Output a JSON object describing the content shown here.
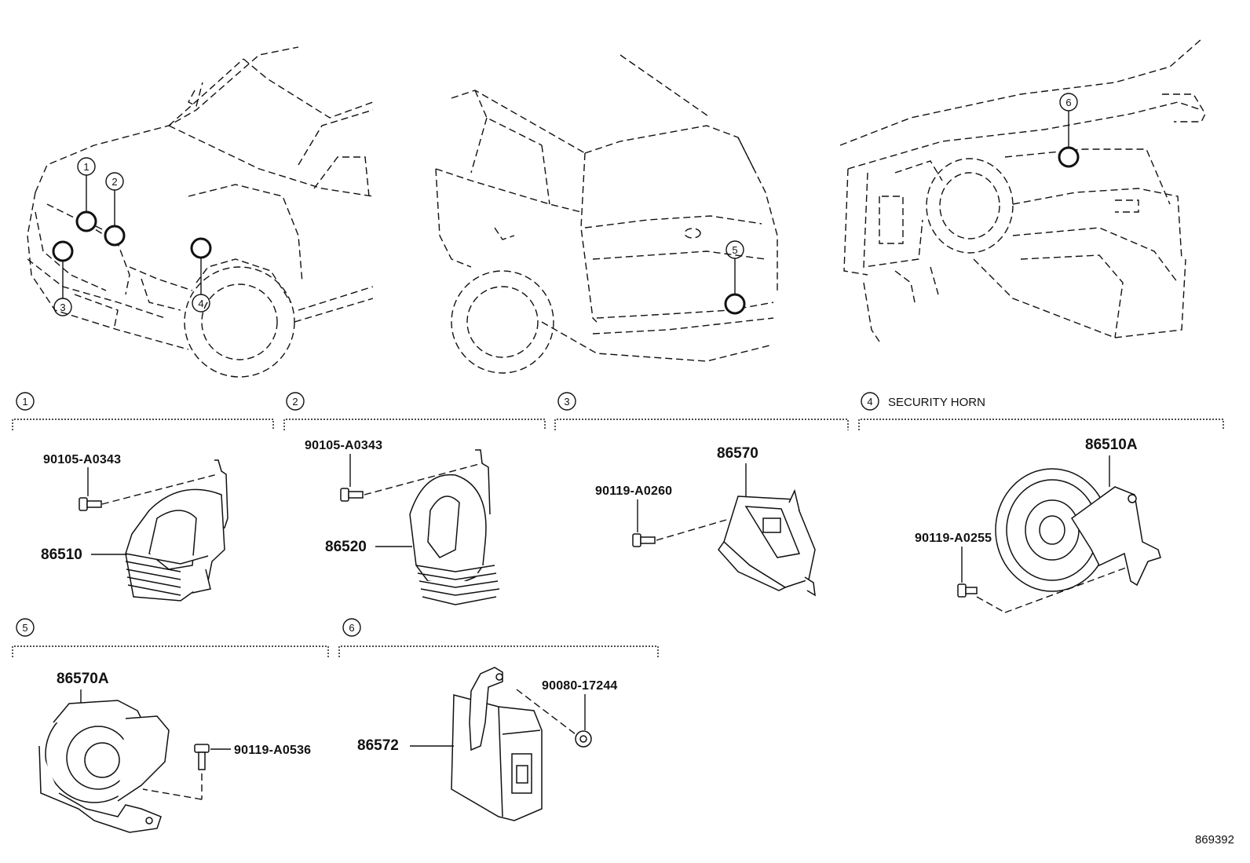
{
  "diagram_id": "869392",
  "location_callouts": [
    "1",
    "2",
    "3",
    "4",
    "5",
    "6"
  ],
  "sections": [
    {
      "num": "1",
      "title": "",
      "parts": [
        {
          "label": "90105-A0343"
        },
        {
          "label": "86510"
        }
      ]
    },
    {
      "num": "2",
      "title": "",
      "parts": [
        {
          "label": "90105-A0343"
        },
        {
          "label": "86520"
        }
      ]
    },
    {
      "num": "3",
      "title": "",
      "parts": [
        {
          "label": "86570"
        },
        {
          "label": "90119-A0260"
        }
      ]
    },
    {
      "num": "4",
      "title": "SECURITY HORN",
      "parts": [
        {
          "label": "86510A"
        },
        {
          "label": "90119-A0255"
        }
      ]
    },
    {
      "num": "5",
      "title": "",
      "parts": [
        {
          "label": "86570A"
        },
        {
          "label": "90119-A0536"
        }
      ]
    },
    {
      "num": "6",
      "title": "",
      "parts": [
        {
          "label": "90080-17244"
        },
        {
          "label": "86572"
        }
      ]
    }
  ]
}
